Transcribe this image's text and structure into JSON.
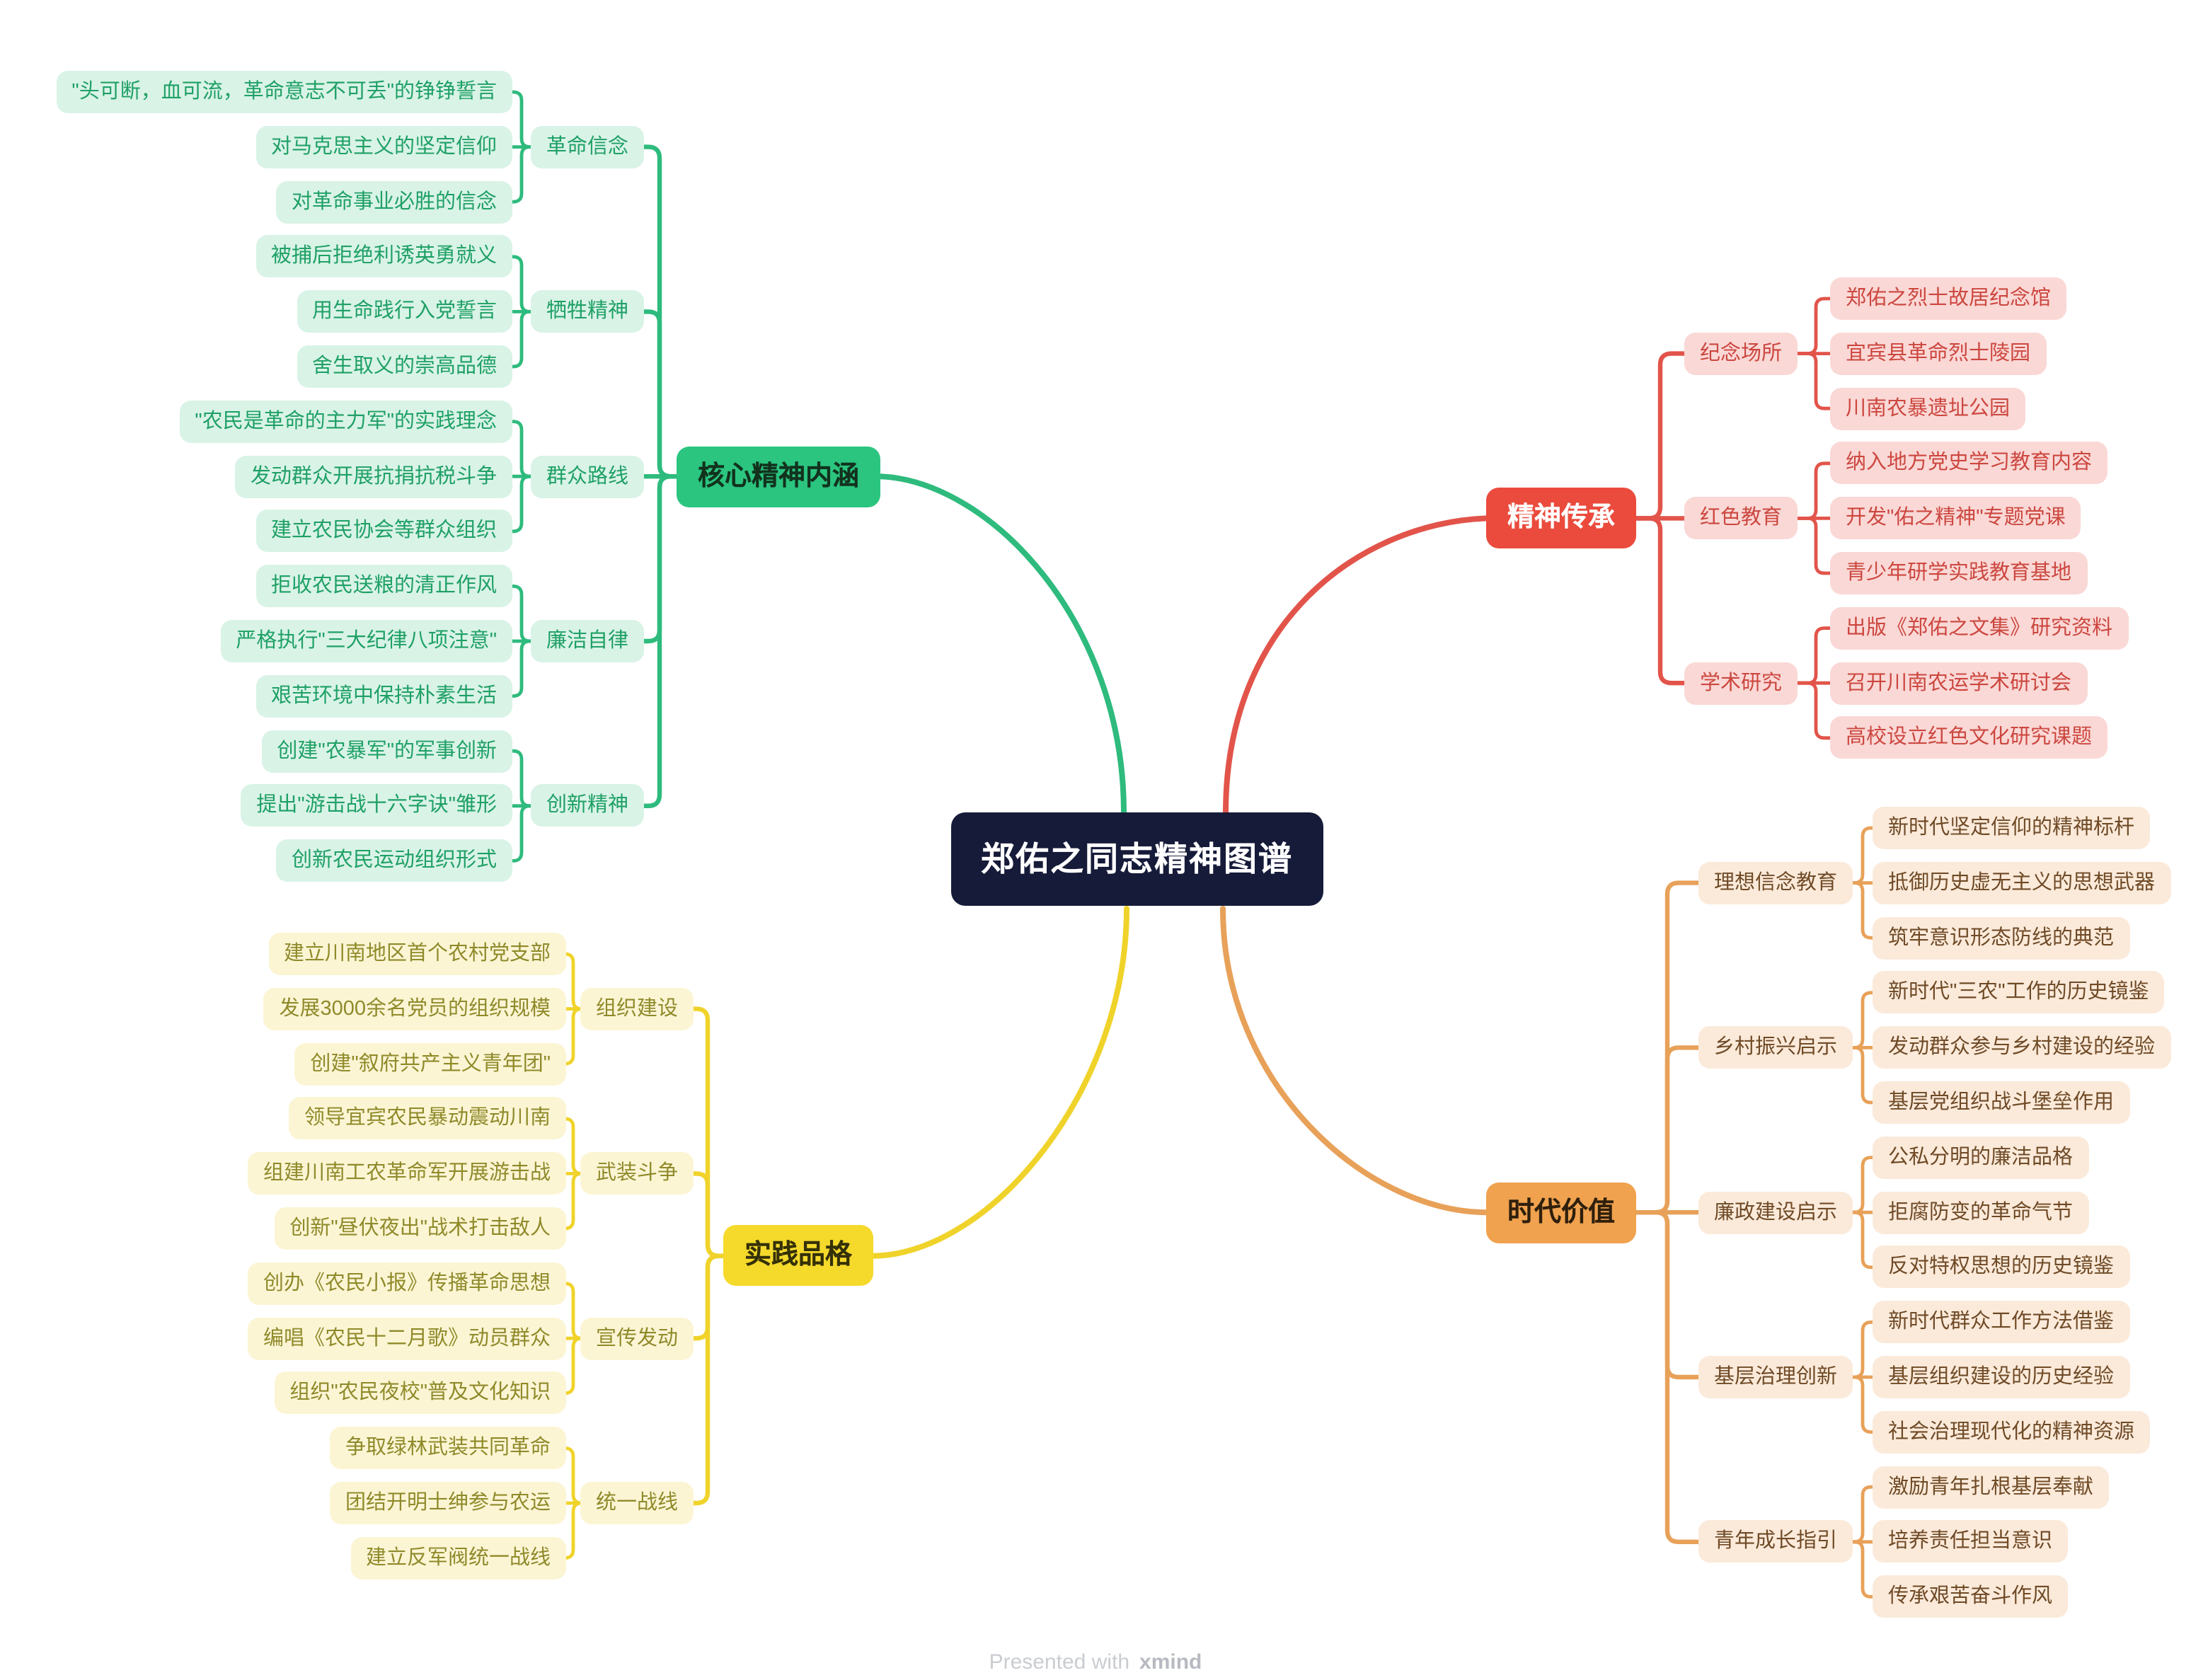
{
  "title": "郑佑之同志精神图谱",
  "footer": {
    "prefix": "Presented with",
    "brand": "xmind"
  },
  "center_colors": {
    "bg": "#161B39",
    "text": "#FFFFFF"
  },
  "branches": [
    {
      "id": "core",
      "label": "核心精神内涵",
      "side": "left",
      "colors": {
        "line": "#2EBB7D",
        "node_bg": "#D9F3E7",
        "node_text": "#1FA066",
        "main_bg": "#2BC57F",
        "main_text": "#12321E"
      },
      "children": [
        {
          "label": "革命信念",
          "children": [
            "\"头可断，血可流，革命意志不可丢\"的铮铮誓言",
            "对马克思主义的坚定信仰",
            "对革命事业必胜的信念"
          ]
        },
        {
          "label": "牺牲精神",
          "children": [
            "被捕后拒绝利诱英勇就义",
            "用生命践行入党誓言",
            "舍生取义的崇高品德"
          ]
        },
        {
          "label": "群众路线",
          "children": [
            "\"农民是革命的主力军\"的实践理念",
            "发动群众开展抗捐抗税斗争",
            "建立农民协会等群众组织"
          ]
        },
        {
          "label": "廉洁自律",
          "children": [
            "拒收农民送粮的清正作风",
            "严格执行\"三大纪律八项注意\"",
            "艰苦环境中保持朴素生活"
          ]
        },
        {
          "label": "创新精神",
          "children": [
            "创建\"农暴军\"的军事创新",
            "提出\"游击战十六字诀\"雏形",
            "创新农民运动组织形式"
          ]
        }
      ]
    },
    {
      "id": "practice",
      "label": "实践品格",
      "side": "left",
      "colors": {
        "line": "#F0D32A",
        "node_bg": "#FCF5D4",
        "node_text": "#8F8A2A",
        "main_bg": "#F5D92B",
        "main_text": "#343008"
      },
      "children": [
        {
          "label": "组织建设",
          "children": [
            "建立川南地区首个农村党支部",
            "发展3000余名党员的组织规模",
            "创建\"叙府共产主义青年团\""
          ]
        },
        {
          "label": "武装斗争",
          "children": [
            "领导宜宾农民暴动震动川南",
            "组建川南工农革命军开展游击战",
            "创新\"昼伏夜出\"战术打击敌人"
          ]
        },
        {
          "label": "宣传发动",
          "children": [
            "创办《农民小报》传播革命思想",
            "编唱《农民十二月歌》动员群众",
            "组织\"农民夜校\"普及文化知识"
          ]
        },
        {
          "label": "统一战线",
          "children": [
            "争取绿林武装共同革命",
            "团结开明士绅参与农运",
            "建立反军阀统一战线"
          ]
        }
      ]
    },
    {
      "id": "heritage",
      "label": "精神传承",
      "side": "right",
      "colors": {
        "line": "#E2544A",
        "node_bg": "#FAD8D6",
        "node_text": "#CC473F",
        "main_bg": "#EA4B3D",
        "main_text": "#FFFFFF"
      },
      "children": [
        {
          "label": "纪念场所",
          "children": [
            "郑佑之烈士故居纪念馆",
            "宜宾县革命烈士陵园",
            "川南农暴遗址公园"
          ]
        },
        {
          "label": "红色教育",
          "children": [
            "纳入地方党史学习教育内容",
            "开发\"佑之精神\"专题党课",
            "青少年研学实践教育基地"
          ]
        },
        {
          "label": "学术研究",
          "children": [
            "出版《郑佑之文集》研究资料",
            "召开川南农运学术研讨会",
            "高校设立红色文化研究课题"
          ]
        }
      ]
    },
    {
      "id": "value",
      "label": "时代价值",
      "side": "right",
      "colors": {
        "line": "#E8A159",
        "node_bg": "#FBEADA",
        "node_text": "#6F4A26",
        "main_bg": "#F0A24F",
        "main_text": "#2F1F0C"
      },
      "children": [
        {
          "label": "理想信念教育",
          "children": [
            "新时代坚定信仰的精神标杆",
            "抵御历史虚无主义的思想武器",
            "筑牢意识形态防线的典范"
          ]
        },
        {
          "label": "乡村振兴启示",
          "children": [
            "新时代\"三农\"工作的历史镜鉴",
            "发动群众参与乡村建设的经验",
            "基层党组织战斗堡垒作用"
          ]
        },
        {
          "label": "廉政建设启示",
          "children": [
            "公私分明的廉洁品格",
            "拒腐防变的革命气节",
            "反对特权思想的历史镜鉴"
          ]
        },
        {
          "label": "基层治理创新",
          "children": [
            "新时代群众工作方法借鉴",
            "基层组织建设的历史经验",
            "社会治理现代化的精神资源"
          ]
        },
        {
          "label": "青年成长指引",
          "children": [
            "激励青年扎根基层奉献",
            "培养责任担当意识",
            "传承艰苦奋斗作风"
          ]
        }
      ]
    }
  ]
}
